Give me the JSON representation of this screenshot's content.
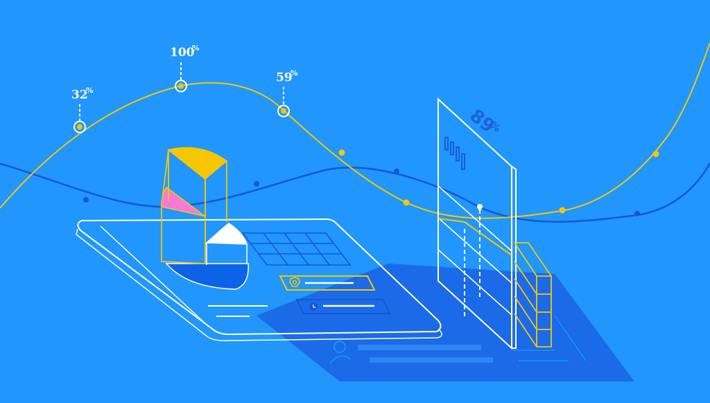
{
  "palette": {
    "background": "#2196fc",
    "shadow": "#1b6ae8",
    "line_white": "#ffffff",
    "accent_yellow": "#f6c700",
    "accent_pink": "#f57ad6",
    "accent_blue": "#1657d6"
  },
  "callouts": [
    {
      "value": "32",
      "unit": "%"
    },
    {
      "value": "100",
      "unit": "%"
    },
    {
      "value": "59",
      "unit": "%"
    }
  ],
  "panel": {
    "value": "89",
    "unit": "%"
  },
  "icons": [
    "badge-icon",
    "clock-icon",
    "user-icon",
    "mini-bar-chart-icon"
  ]
}
